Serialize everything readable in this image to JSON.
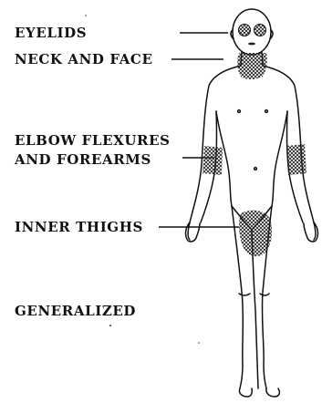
{
  "labels": {
    "eyelids": "EYELIDS",
    "neck_face": "NECK AND FACE",
    "elbow_line1": "ELBOW FLEXURES",
    "elbow_line2": "AND FOREARMS",
    "inner_thighs": "INNER THIGHS",
    "generalized": "GENERALIZED"
  }
}
